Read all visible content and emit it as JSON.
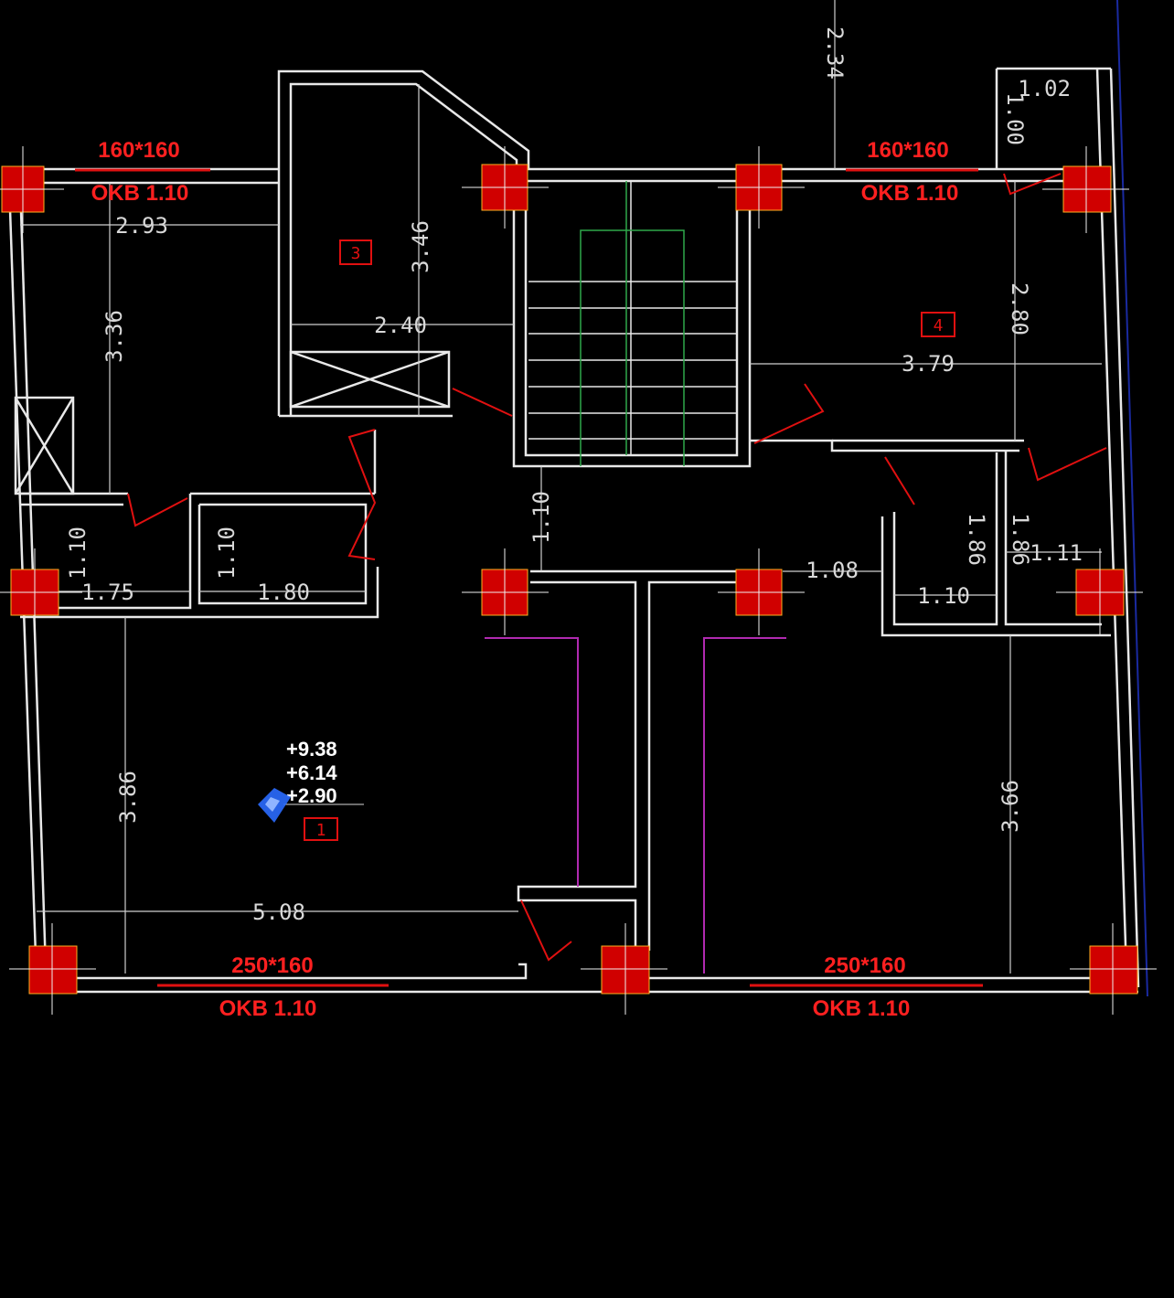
{
  "openings": {
    "top_left": {
      "size": "160*160",
      "sill": "OKB 1.10"
    },
    "top_right": {
      "size": "160*160",
      "sill": "OKB 1.10"
    },
    "bottom_left": {
      "size": "250*160",
      "sill": "OKB 1.10"
    },
    "bottom_right": {
      "size": "250*160",
      "sill": "OKB 1.10"
    }
  },
  "dimensions": {
    "h_2_93": "2.93",
    "h_2_40": "2.40",
    "h_3_79": "3.79",
    "h_1_75": "1.75",
    "h_1_80": "1.80",
    "h_1_08": "1.08",
    "h_1_10": "1.10",
    "h_1_11": "1.11",
    "h_5_08": "5.08",
    "h_1_02": "1.02",
    "v_2_34": "2.34",
    "v_3_46": "3.46",
    "v_3_36": "3.36",
    "v_2_80": "2.80",
    "v_1_00": "1.00",
    "v_1_10a": "1.10",
    "v_1_10b": "1.10",
    "v_1_10c": "1.10",
    "v_1_86a": "1.86",
    "v_1_86b": "1.86",
    "v_3_86": "3.86",
    "v_3_66": "3.66"
  },
  "elevations": [
    "+9.38",
    "+6.14",
    "+2.90"
  ],
  "room_tags": [
    "3",
    "4",
    "1"
  ],
  "colors": {
    "wall": "#e8e8e8",
    "column": "#d00000",
    "annotation": "#ff2020",
    "stair": "#2fa84a",
    "cursor": "#2a6cff"
  }
}
